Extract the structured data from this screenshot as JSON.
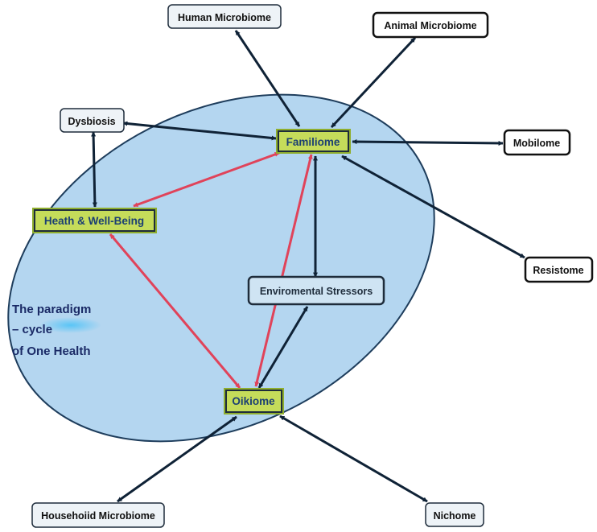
{
  "diagram": {
    "caption": [
      "The paradigm",
      "– cycle",
      "of One Health"
    ],
    "nodes": {
      "human_microbiome": "Human Microbiome",
      "animal_microbiome": "Animal Microbiome",
      "dysbiosis": "Dysbiosis",
      "familiome": "Familiome",
      "mobilome": "Mobilome",
      "health_well_being": "Heath & Well-Being",
      "resistome": "Resistome",
      "environmental_stressors": "Enviromental Stressors",
      "oikiome": "Oikiome",
      "household_microbiome": "Househoiid Microbiome",
      "nichome": "Nichome"
    },
    "colors": {
      "ellipse_fill": "#b4d6f0",
      "ellipse_stroke": "#1e3d5c",
      "core_fill": "#c5dc5a",
      "core_text": "#1b3f73",
      "outer_fill": "#eef3f7",
      "dark_arrow": "#0f2236",
      "red_arrow": "#e0435a"
    }
  }
}
